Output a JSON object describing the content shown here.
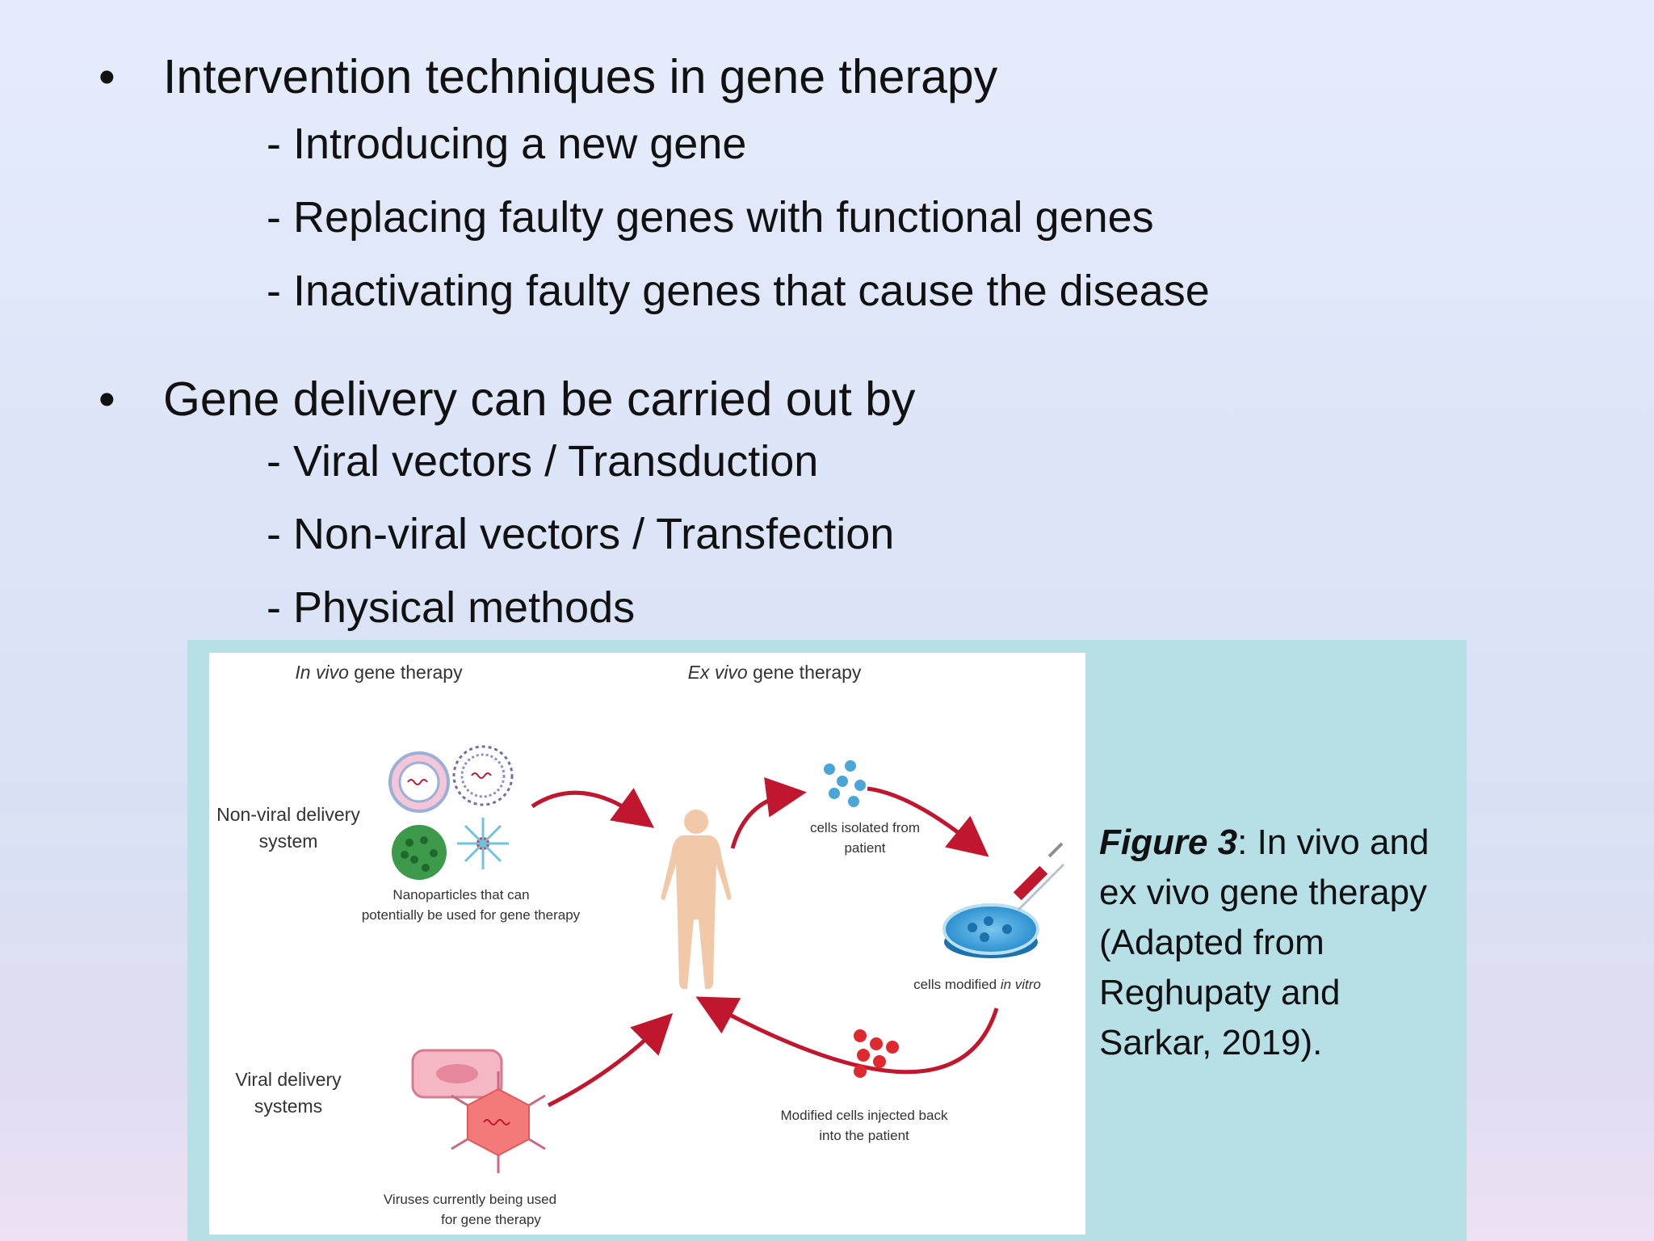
{
  "bullets": [
    {
      "symbol": "•",
      "title": "Intervention techniques in gene therapy",
      "items": [
        "- Introducing a new gene",
        "- Replacing faulty genes with functional genes",
        "- Inactivating faulty genes that cause the disease"
      ]
    },
    {
      "symbol": "•",
      "title": "Gene delivery can be carried out by",
      "items": [
        "- Viral vectors / Transduction",
        "- Non-viral vectors / Transfection",
        "- Physical methods"
      ]
    }
  ],
  "figure": {
    "in_vivo_title": {
      "italic": "In vivo",
      "rest": " gene therapy"
    },
    "ex_vivo_title": {
      "italic": "Ex vivo",
      "rest": " gene therapy"
    },
    "nonviral_label": [
      "Non-viral delivery",
      "system"
    ],
    "nanoparticles_caption": [
      "Nanoparticles that can",
      "potentially be used for gene therapy"
    ],
    "viral_label": [
      "Viral delivery",
      "systems"
    ],
    "viruses_caption": [
      "Viruses currently being used",
      "for gene therapy"
    ],
    "cells_isolated": [
      "cells isolated from",
      "patient"
    ],
    "cells_modified": {
      "text": "cells modified ",
      "italic": "in vitro"
    },
    "modified_injected": [
      "Modified cells injected back",
      "into the patient"
    ],
    "colors": {
      "arrow": "#c0172e",
      "body": "#f2c9a8",
      "dish": "#2a8fcf",
      "cells_blue": "#4aa6d6",
      "cells_red": "#e0282f",
      "virus": "#f47a7a"
    }
  },
  "caption": {
    "label": "Figure 3",
    "text": ": In vivo and ex vivo gene therapy (Adapted from Reghupaty and Sarkar, 2019)."
  }
}
